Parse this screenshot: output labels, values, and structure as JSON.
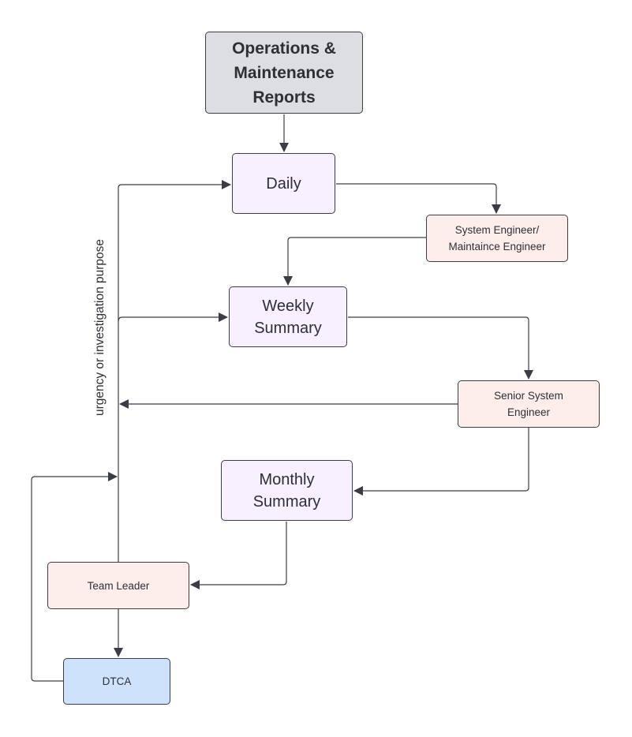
{
  "diagram": {
    "nodes": {
      "operations": "Operations &\nMaintenance\nReports",
      "daily": "Daily",
      "system_engineer": "System Engineer/\nMaintaince Engineer",
      "weekly": "Weekly\nSummary",
      "senior_engineer": "Senior System\nEngineer",
      "monthly": "Monthly\nSummary",
      "team_leader": "Team Leader",
      "dtca": "DTCA"
    },
    "side_label": "urgency or investigation purpose",
    "colors": {
      "title_box": "#dcdee2",
      "report_box": "#f8efff",
      "role_box": "#fdeeec",
      "dtca_box": "#cfe2fb",
      "line": "#3a3d45"
    }
  }
}
